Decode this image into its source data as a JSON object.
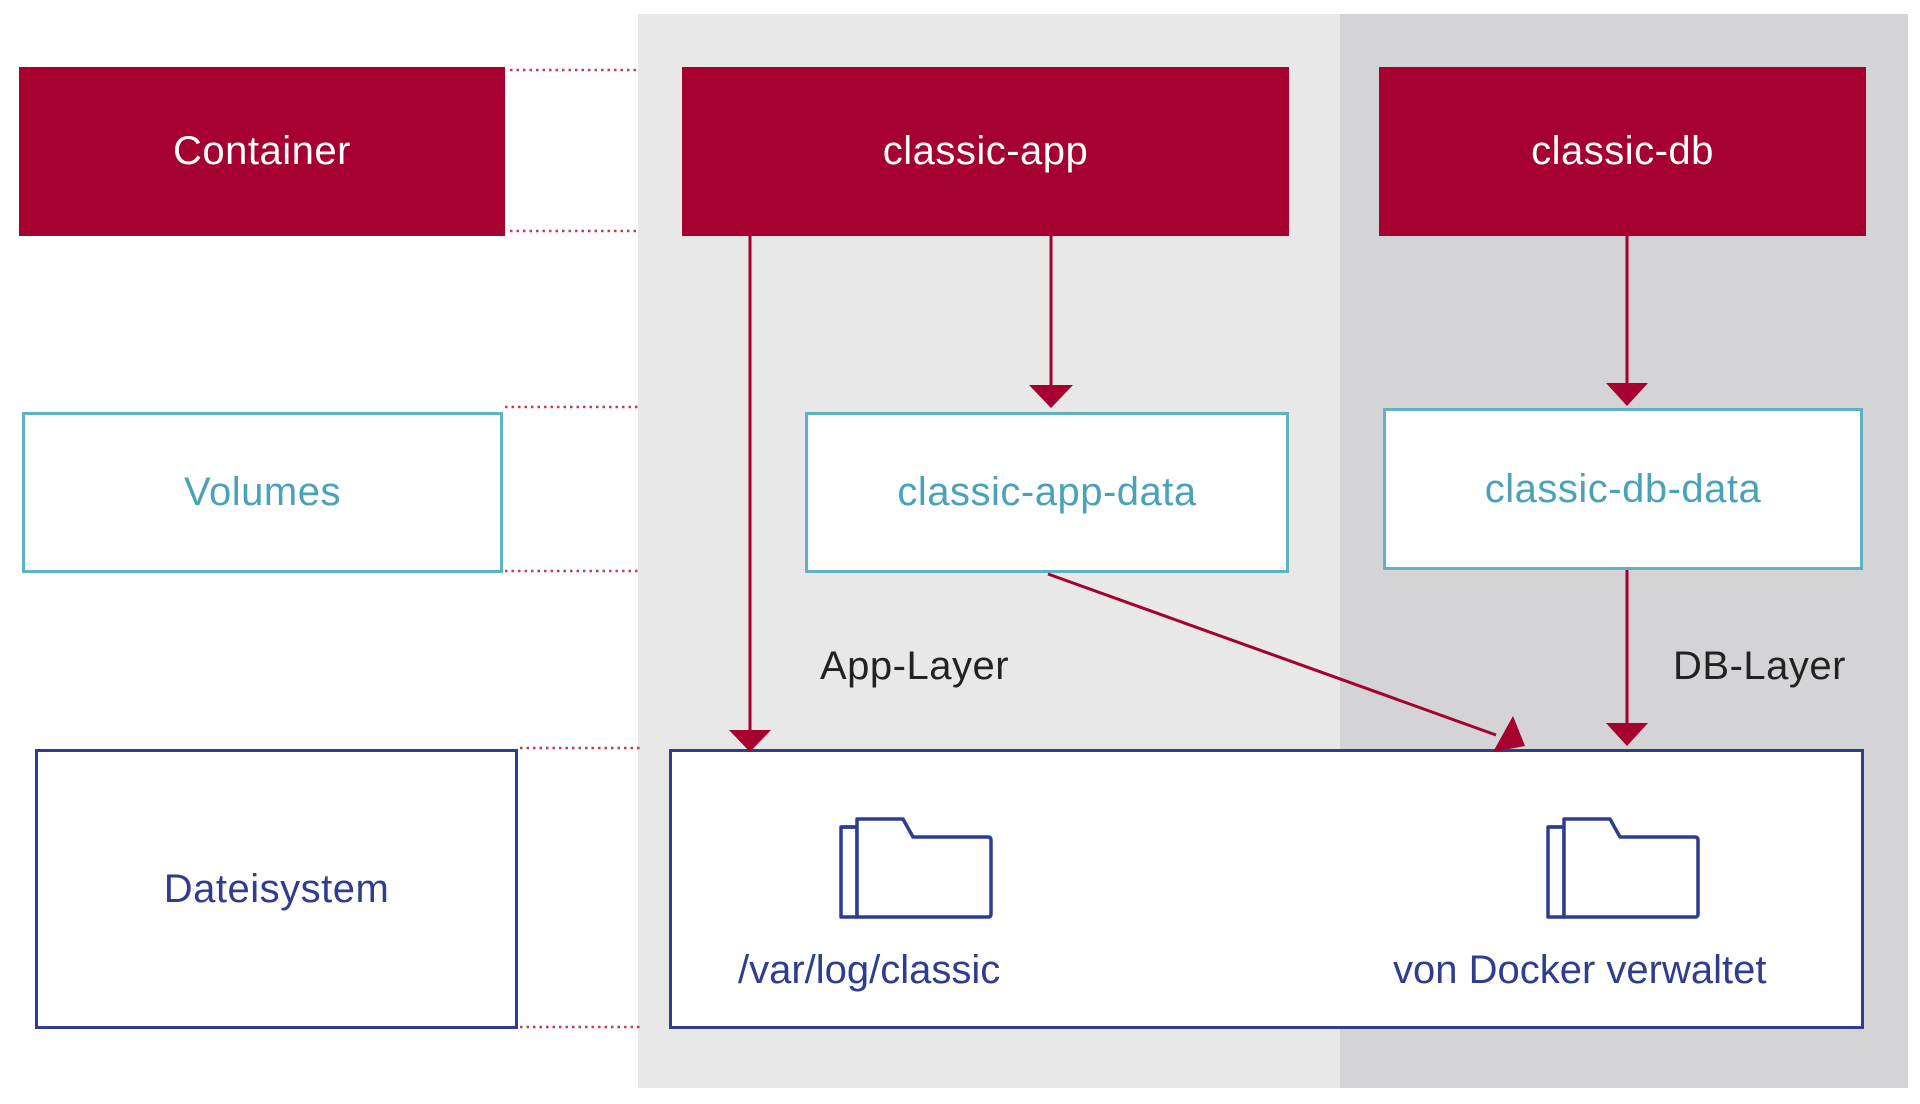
{
  "rows": {
    "container": "Container",
    "volumes": "Volumes",
    "filesystem": "Dateisystem"
  },
  "containers": {
    "app": "classic-app",
    "db": "classic-db"
  },
  "volumes": {
    "app": "classic-app-data",
    "db": "classic-db-data"
  },
  "layers": {
    "app": "App-Layer",
    "db": "DB-Layer"
  },
  "filesystem": {
    "log_path": "/var/log/classic",
    "docker_managed": "von Docker verwaltet"
  },
  "icons": {
    "folder": "folder-icon",
    "arrow": "arrow-down-icon"
  },
  "colors": {
    "container_fill": "#a50030",
    "volume_border": "#5fb1c6",
    "filesystem_border": "#2e3d8e",
    "arrow": "#a50030",
    "app_zone": "#e8e8e8",
    "db_zone": "#d4d4d6"
  }
}
